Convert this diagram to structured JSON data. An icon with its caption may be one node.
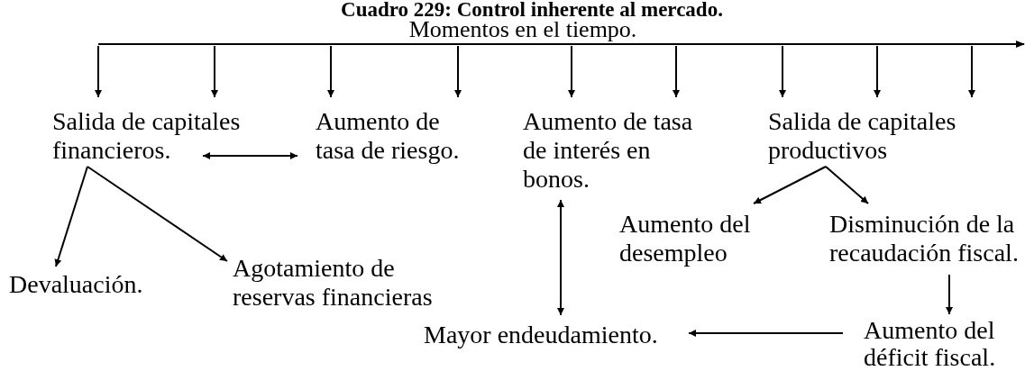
{
  "diagram": {
    "title": "Cuadro 229: Control inherente al mercado.",
    "nodes": [
      {
        "text": [],
        "shape": "bar"
      },
      {
        "text": [
          "Salida de capitales financieros."
        ]
      },
      {
        "text": [
          "Aumento de tasa de riesgo."
        ]
      },
      {
        "text": [
          "Aumento de tasa de interés en bonos."
        ]
      },
      {
        "text": [
          "Salida de capitales productivos"
        ]
      },
      {
        "text": [
          "Devaluación."
        ]
      },
      {
        "text": [
          "Agotamiento de reservas financieras"
        ]
      },
      {
        "text": [
          "Aumento del desempleo"
        ]
      },
      {
        "text": [
          "Disminución de la recaudación fiscal."
        ]
      },
      {
        "text": [
          "Mayor endeudamiento."
        ]
      },
      {
        "text": [
          "Aumento del déficit fiscal."
        ]
      }
    ],
    "edges": [
      {
        "from": 0,
        "to": 1,
        "arrow": "to"
      },
      {
        "from": 0,
        "to": 1,
        "arrow": "to"
      },
      {
        "from": 0,
        "to": 2,
        "arrow": "to"
      },
      {
        "from": 0,
        "to": 2,
        "arrow": "to"
      },
      {
        "from": 0,
        "to": 3,
        "arrow": "to"
      },
      {
        "from": 0,
        "to": 3,
        "arrow": "to"
      },
      {
        "from": 0,
        "to": 4,
        "arrow": "to"
      },
      {
        "from": 0,
        "to": 4,
        "arrow": "to"
      },
      {
        "from": 0,
        "to": 4,
        "arrow": "to"
      },
      {
        "from": 1,
        "to": 2,
        "arrow": "both"
      },
      {
        "from": 1,
        "to": 5,
        "arrow": "to"
      },
      {
        "from": 1,
        "to": 6,
        "arrow": "to"
      },
      {
        "from": 4,
        "to": 7,
        "arrow": "to"
      },
      {
        "from": 4,
        "to": 8,
        "arrow": "to"
      },
      {
        "from": 8,
        "to": 10,
        "arrow": "to"
      },
      {
        "from": 10,
        "to": 9,
        "arrow": "to"
      },
      {
        "from": 3,
        "to": 9,
        "arrow": "both"
      }
    ],
    "labels": [
      "Momentos en el tiempo."
    ]
  }
}
